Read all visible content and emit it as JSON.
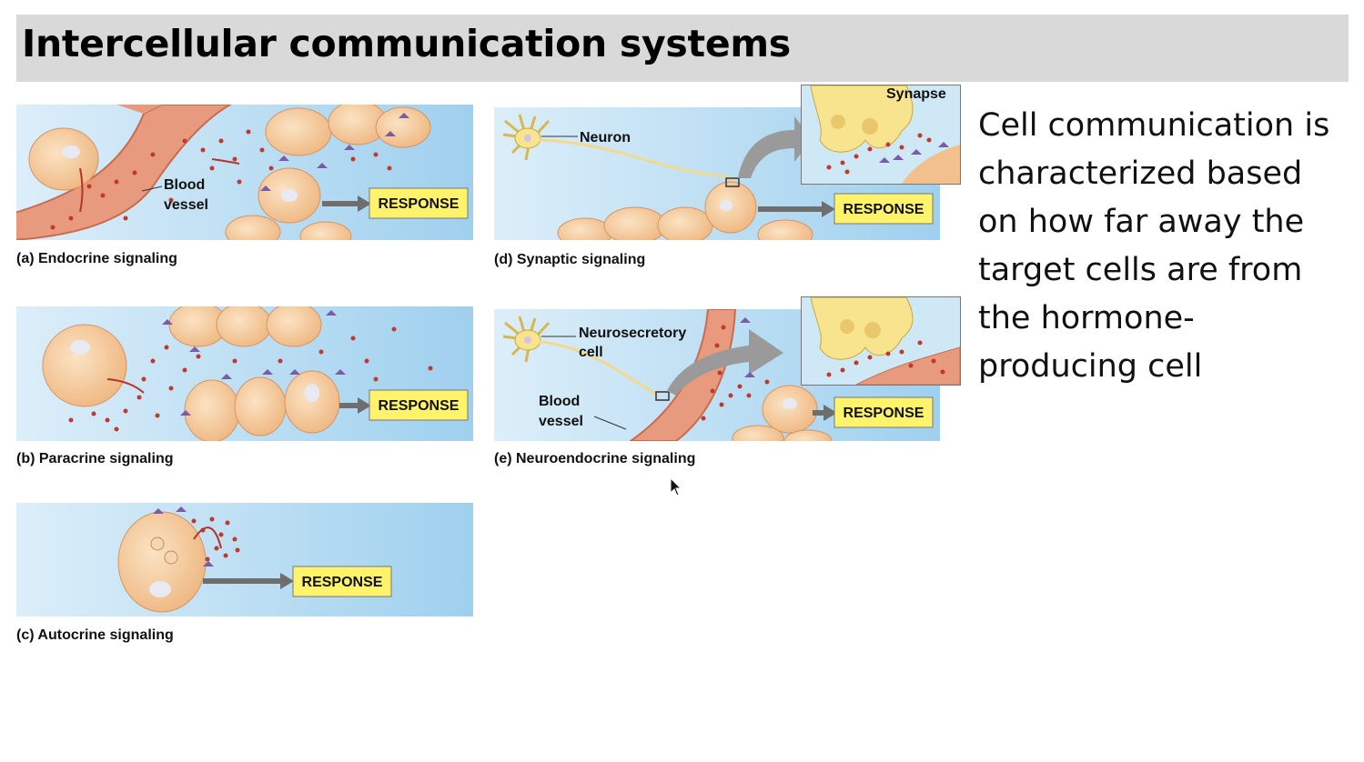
{
  "slide": {
    "title": "Intercellular communication systems",
    "body": "Cell communication is characterized based on how far away the target cells are from the hormone-producing cell"
  },
  "panels": {
    "endocrine": {
      "caption": "(a) Endocrine signaling",
      "vessel_label_1": "Blood",
      "vessel_label_2": "vessel",
      "response": "RESPONSE"
    },
    "paracrine": {
      "caption": "(b) Paracrine signaling",
      "response": "RESPONSE"
    },
    "autocrine": {
      "caption": "(c) Autocrine signaling",
      "response": "RESPONSE"
    },
    "synaptic": {
      "caption": "(d) Synaptic signaling",
      "neuron_label": "Neuron",
      "synapse_label": "Synapse",
      "response": "RESPONSE"
    },
    "neuroendocrine": {
      "caption": "(e) Neuroendocrine signaling",
      "cell_label_1": "Neurosecretory",
      "cell_label_2": "cell",
      "vessel_label_1": "Blood",
      "vessel_label_2": "vessel",
      "response": "RESPONSE"
    }
  },
  "colors": {
    "background_blue": "#bfe0f3",
    "vessel": "#e89a7e",
    "cell": "#f6cfa0",
    "neuron": "#f8e48f",
    "hormone_dot": "#c0392b",
    "receptor": "#7b5aa6",
    "response_box": "#fff36b",
    "arrow_gray": "#9a9a9a"
  },
  "icons": [
    "mouse-pointer-icon"
  ]
}
